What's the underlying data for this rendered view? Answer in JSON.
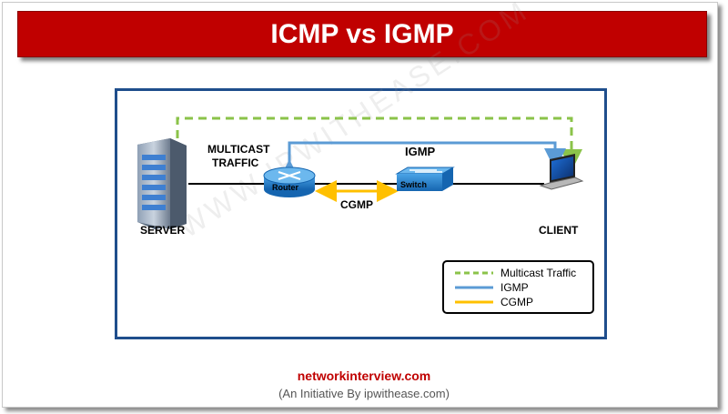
{
  "title": "ICMP vs IGMP",
  "diagram": {
    "multicast_label_line1": "MULTICAST",
    "multicast_label_line2": "TRAFFIC",
    "igmp_label": "IGMP",
    "cgmp_label": "CGMP",
    "server_label": "SERVER",
    "client_label": "CLIENT",
    "router_label": "Router",
    "switch_label": "Switch",
    "watermark": "WWW.IPWITHEASE.COM"
  },
  "legend": {
    "items": [
      {
        "label": "Multicast Traffic",
        "color": "#8bc34a",
        "style": "dashed"
      },
      {
        "label": "IGMP",
        "color": "#5b9bd5",
        "style": "solid"
      },
      {
        "label": "CGMP",
        "color": "#ffc000",
        "style": "solid"
      }
    ]
  },
  "footer": {
    "site": "networkinterview.com",
    "tagline": "(An Initiative By ipwithease.com)"
  },
  "colors": {
    "title_bg": "#c00000",
    "box_border": "#1f4e8c",
    "multicast": "#8bc34a",
    "igmp": "#5b9bd5",
    "cgmp": "#ffc000"
  }
}
